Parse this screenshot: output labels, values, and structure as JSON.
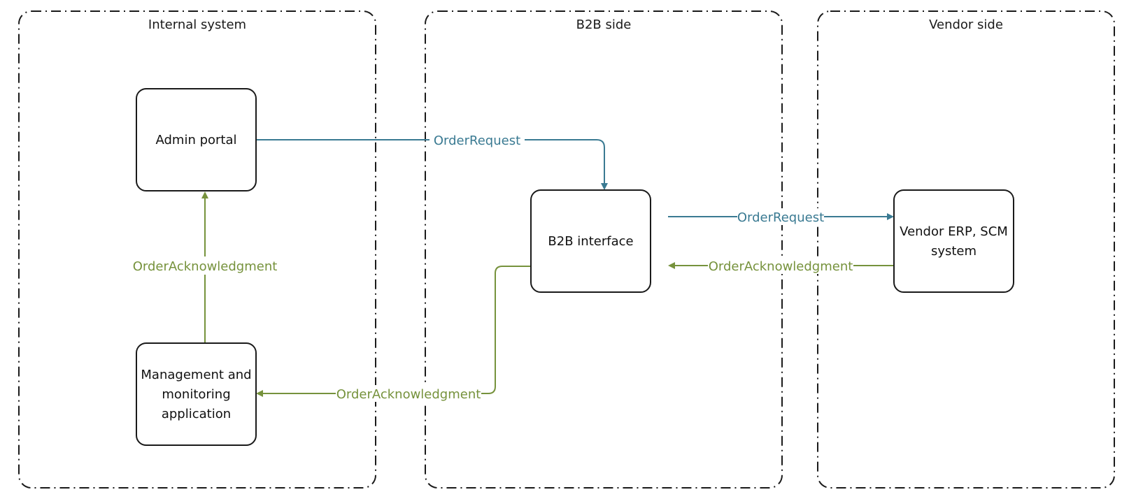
{
  "colors": {
    "request": "#3a7a92",
    "acknowledgment": "#76923c",
    "border": "#1a1a1a"
  },
  "groups": [
    {
      "id": "internal",
      "title": "Internal system"
    },
    {
      "id": "b2b",
      "title": "B2B side"
    },
    {
      "id": "vendor",
      "title": "Vendor side"
    }
  ],
  "nodes": {
    "admin_portal": {
      "lines": [
        "Admin portal"
      ]
    },
    "management_app": {
      "lines": [
        "Management and",
        "monitoring",
        "application"
      ]
    },
    "b2b_interface": {
      "lines": [
        "B2B interface"
      ]
    },
    "vendor_erp": {
      "lines": [
        "Vendor ERP, SCM",
        "system"
      ]
    }
  },
  "edges": [
    {
      "id": "admin-to-b2b",
      "from": "Admin portal",
      "to": "B2B interface",
      "label": "OrderRequest",
      "kind": "request"
    },
    {
      "id": "b2b-to-vendor",
      "from": "B2B interface",
      "to": "Vendor ERP, SCM system",
      "label": "OrderRequest",
      "kind": "request"
    },
    {
      "id": "vendor-to-b2b",
      "from": "Vendor ERP, SCM system",
      "to": "B2B interface",
      "label": "OrderAcknowledgment",
      "kind": "acknowledgment"
    },
    {
      "id": "b2b-to-mgmt",
      "from": "B2B interface",
      "to": "Management and monitoring application",
      "label": "OrderAcknowledgment",
      "kind": "acknowledgment"
    },
    {
      "id": "mgmt-to-admin",
      "from": "Management and monitoring application",
      "to": "Admin portal",
      "label": "OrderAcknowledgment",
      "kind": "acknowledgment"
    }
  ]
}
